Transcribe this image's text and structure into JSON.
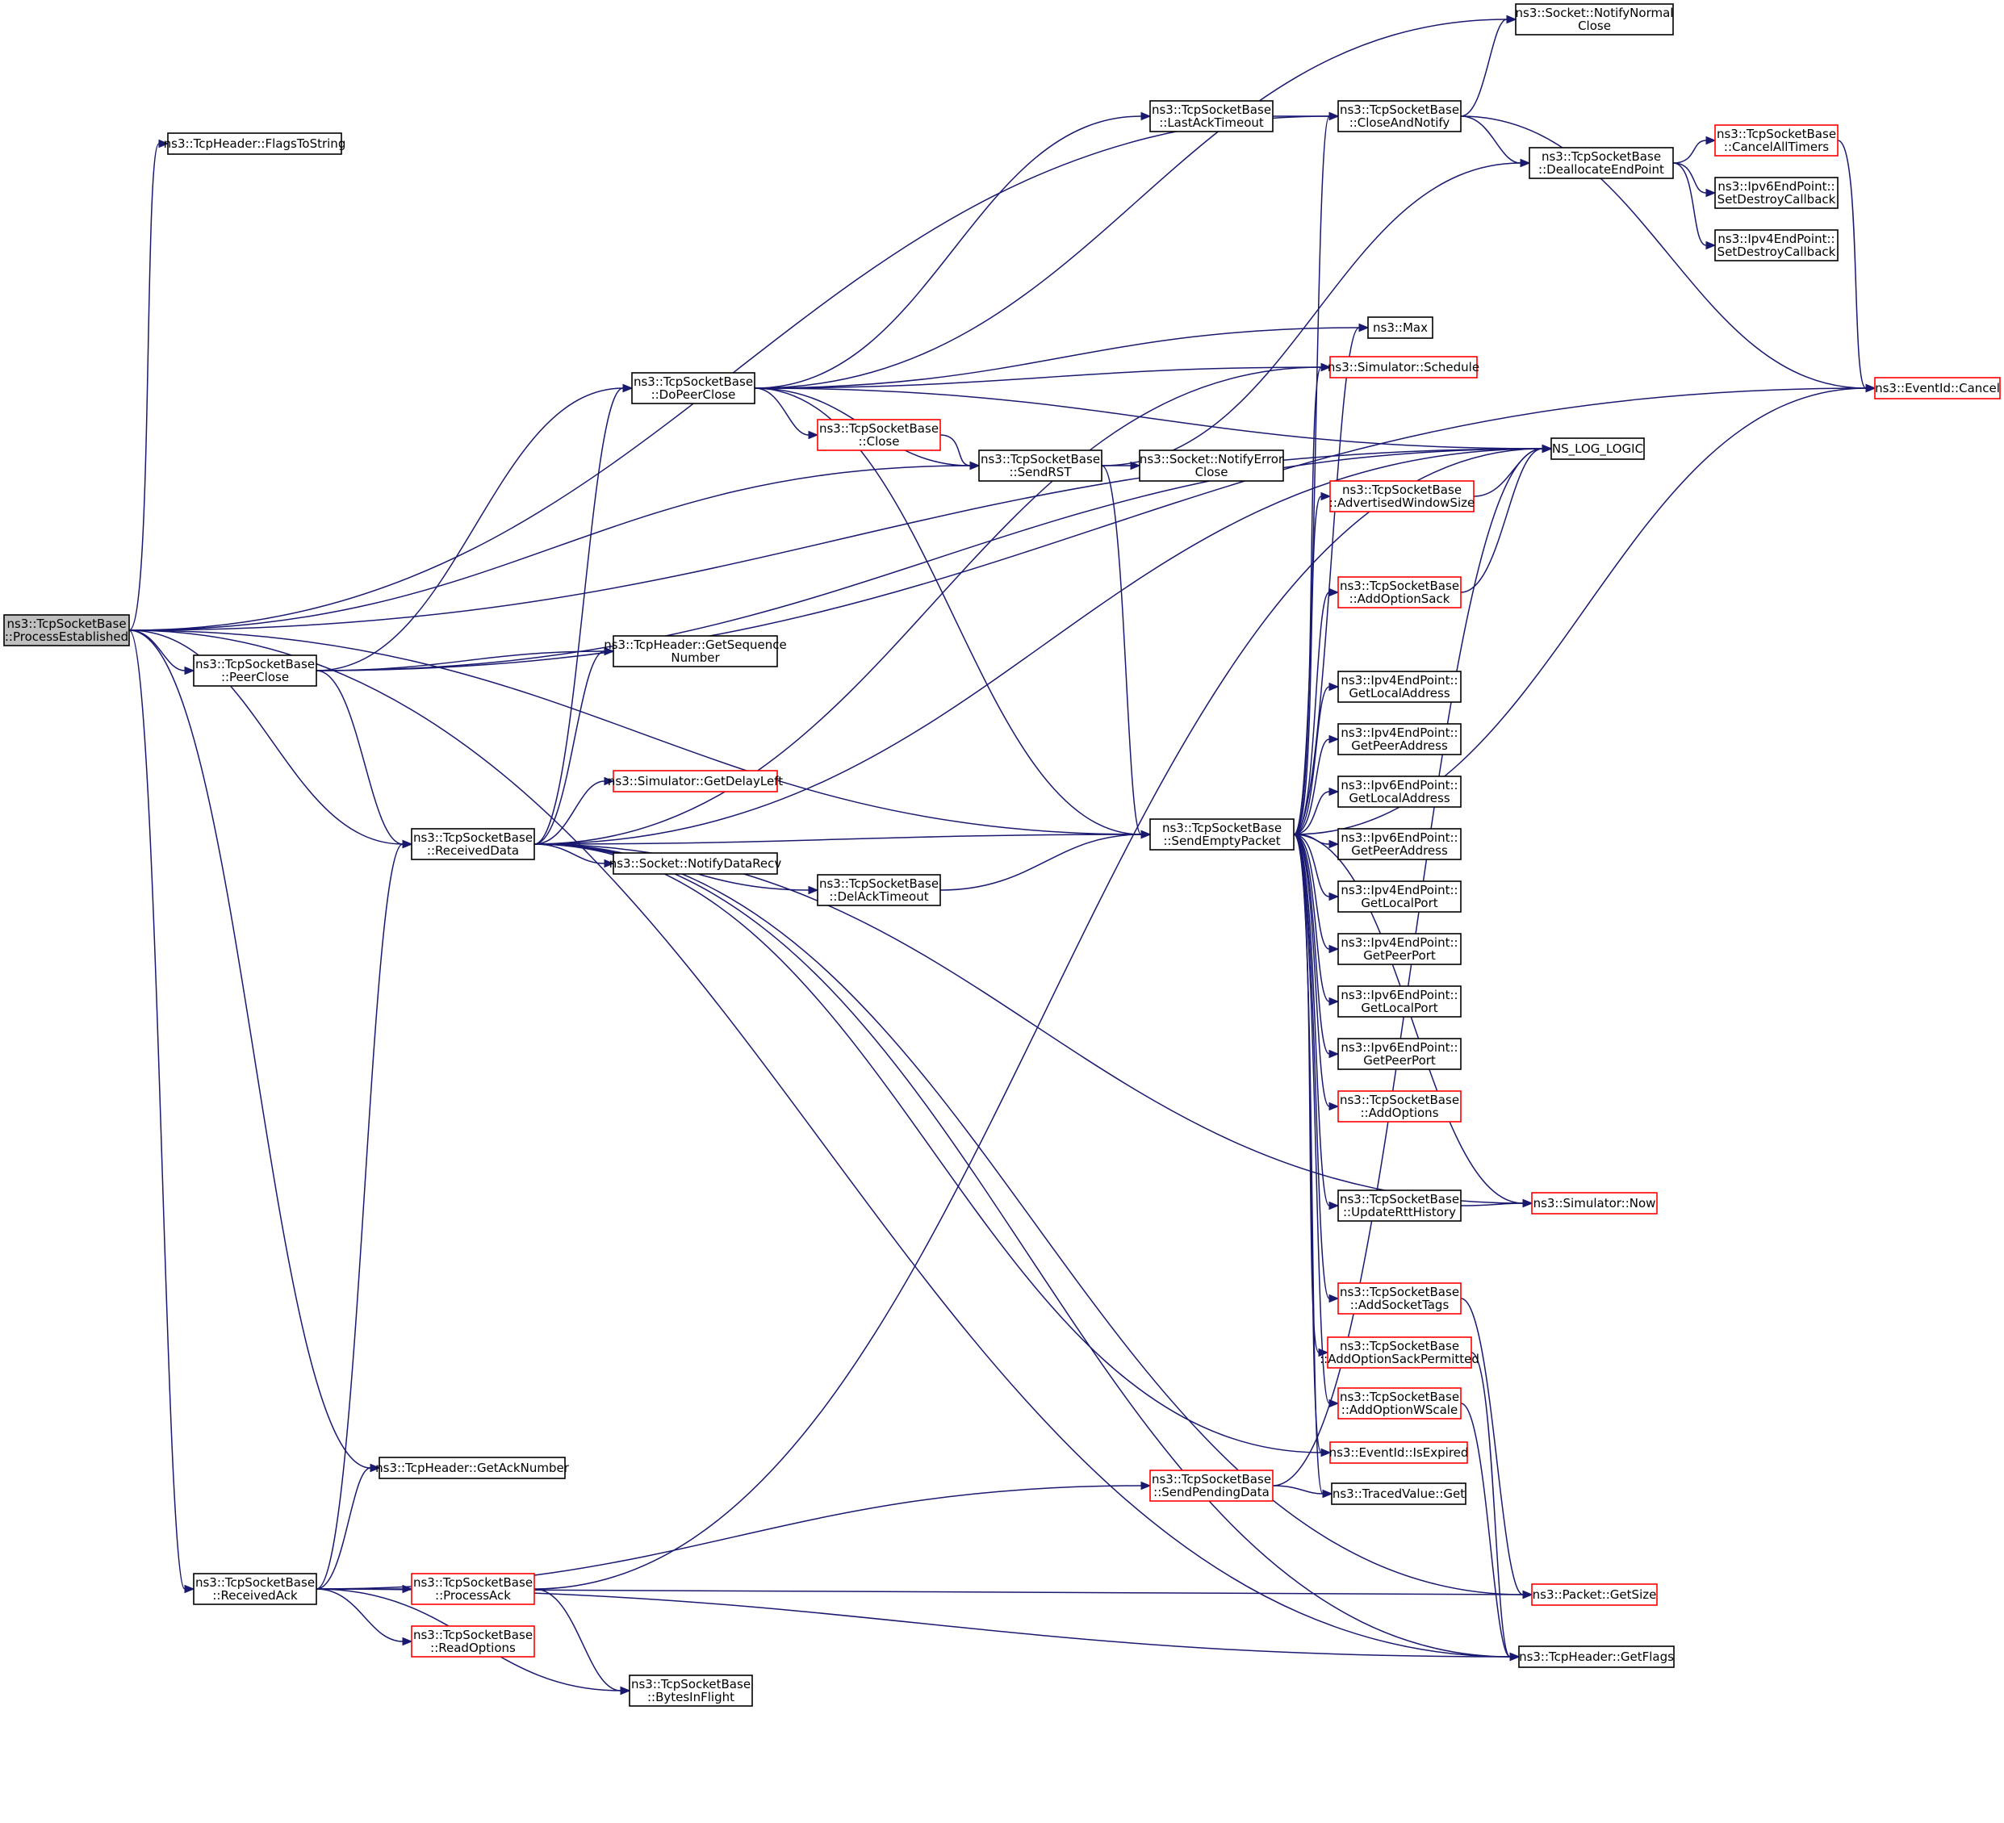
{
  "colors": {
    "edge": "#191970",
    "red_border": "#ff0000",
    "root_fill": "#bfbfbf"
  },
  "nodes": [
    {
      "id": "pe",
      "lines": [
        "ns3::TcpSocketBase",
        "::ProcessEstablished"
      ],
      "style": "root"
    },
    {
      "id": "fts",
      "lines": [
        "ns3::TcpHeader::FlagsToString"
      ],
      "style": "normal"
    },
    {
      "id": "pc",
      "lines": [
        "ns3::TcpSocketBase",
        "::PeerClose"
      ],
      "style": "normal"
    },
    {
      "id": "rd",
      "lines": [
        "ns3::TcpSocketBase",
        "::ReceivedData"
      ],
      "style": "normal"
    },
    {
      "id": "gan",
      "lines": [
        "ns3::TcpHeader::GetAckNumber"
      ],
      "style": "normal"
    },
    {
      "id": "ra",
      "lines": [
        "ns3::TcpSocketBase",
        "::ReceivedAck"
      ],
      "style": "normal"
    },
    {
      "id": "dpc",
      "lines": [
        "ns3::TcpSocketBase",
        "::DoPeerClose"
      ],
      "style": "normal"
    },
    {
      "id": "gsn",
      "lines": [
        "ns3::TcpHeader::GetSequence",
        "Number"
      ],
      "style": "normal"
    },
    {
      "id": "gdl",
      "lines": [
        "ns3::Simulator::GetDelayLeft"
      ],
      "style": "red"
    },
    {
      "id": "ndr",
      "lines": [
        "ns3::Socket::NotifyDataRecv"
      ],
      "style": "normal"
    },
    {
      "id": "pa",
      "lines": [
        "ns3::TcpSocketBase",
        "::ProcessAck"
      ],
      "style": "red"
    },
    {
      "id": "ro",
      "lines": [
        "ns3::TcpSocketBase",
        "::ReadOptions"
      ],
      "style": "red"
    },
    {
      "id": "bif",
      "lines": [
        "ns3::TcpSocketBase",
        "::BytesInFlight"
      ],
      "style": "normal"
    },
    {
      "id": "cl",
      "lines": [
        "ns3::TcpSocketBase",
        "::Close"
      ],
      "style": "red"
    },
    {
      "id": "dat",
      "lines": [
        "ns3::TcpSocketBase",
        "::DelAckTimeout"
      ],
      "style": "normal"
    },
    {
      "id": "lat",
      "lines": [
        "ns3::TcpSocketBase",
        "::LastAckTimeout"
      ],
      "style": "normal"
    },
    {
      "id": "srst",
      "lines": [
        "ns3::TcpSocketBase",
        "::SendRST"
      ],
      "style": "normal"
    },
    {
      "id": "sep",
      "lines": [
        "ns3::TcpSocketBase",
        "::SendEmptyPacket"
      ],
      "style": "normal"
    },
    {
      "id": "spd",
      "lines": [
        "ns3::TcpSocketBase",
        "::SendPendingData"
      ],
      "style": "red"
    },
    {
      "id": "nnc",
      "lines": [
        "ns3::Socket::NotifyNormal",
        "Close"
      ],
      "style": "normal"
    },
    {
      "id": "can",
      "lines": [
        "ns3::TcpSocketBase",
        "::CloseAndNotify"
      ],
      "style": "normal"
    },
    {
      "id": "max",
      "lines": [
        "ns3::Max"
      ],
      "style": "normal"
    },
    {
      "id": "sch",
      "lines": [
        "ns3::Simulator::Schedule"
      ],
      "style": "red"
    },
    {
      "id": "nec",
      "lines": [
        "ns3::Socket::NotifyError",
        "Close"
      ],
      "style": "normal"
    },
    {
      "id": "aws",
      "lines": [
        "ns3::TcpSocketBase",
        "::AdvertisedWindowSize"
      ],
      "style": "red"
    },
    {
      "id": "aos",
      "lines": [
        "ns3::TcpSocketBase",
        "::AddOptionSack"
      ],
      "style": "red"
    },
    {
      "id": "i4la",
      "lines": [
        "ns3::Ipv4EndPoint::",
        "GetLocalAddress"
      ],
      "style": "normal"
    },
    {
      "id": "i4pa",
      "lines": [
        "ns3::Ipv4EndPoint::",
        "GetPeerAddress"
      ],
      "style": "normal"
    },
    {
      "id": "i6la",
      "lines": [
        "ns3::Ipv6EndPoint::",
        "GetLocalAddress"
      ],
      "style": "normal"
    },
    {
      "id": "i6pa",
      "lines": [
        "ns3::Ipv6EndPoint::",
        "GetPeerAddress"
      ],
      "style": "normal"
    },
    {
      "id": "i4lp",
      "lines": [
        "ns3::Ipv4EndPoint::",
        "GetLocalPort"
      ],
      "style": "normal"
    },
    {
      "id": "i4pp",
      "lines": [
        "ns3::Ipv4EndPoint::",
        "GetPeerPort"
      ],
      "style": "normal"
    },
    {
      "id": "i6lp",
      "lines": [
        "ns3::Ipv6EndPoint::",
        "GetLocalPort"
      ],
      "style": "normal"
    },
    {
      "id": "i6pp",
      "lines": [
        "ns3::Ipv6EndPoint::",
        "GetPeerPort"
      ],
      "style": "normal"
    },
    {
      "id": "ao",
      "lines": [
        "ns3::TcpSocketBase",
        "::AddOptions"
      ],
      "style": "red"
    },
    {
      "id": "urh",
      "lines": [
        "ns3::TcpSocketBase",
        "::UpdateRttHistory"
      ],
      "style": "normal"
    },
    {
      "id": "ast",
      "lines": [
        "ns3::TcpSocketBase",
        "::AddSocketTags"
      ],
      "style": "red"
    },
    {
      "id": "aosp",
      "lines": [
        "ns3::TcpSocketBase",
        "::AddOptionSackPermitted"
      ],
      "style": "red"
    },
    {
      "id": "aow",
      "lines": [
        "ns3::TcpSocketBase",
        "::AddOptionWScale"
      ],
      "style": "red"
    },
    {
      "id": "iex",
      "lines": [
        "ns3::EventId::IsExpired"
      ],
      "style": "red"
    },
    {
      "id": "tvg",
      "lines": [
        "ns3::TracedValue::Get"
      ],
      "style": "normal"
    },
    {
      "id": "dep",
      "lines": [
        "ns3::TcpSocketBase",
        "::DeallocateEndPoint"
      ],
      "style": "normal"
    },
    {
      "id": "nll",
      "lines": [
        "NS_LOG_LOGIC"
      ],
      "style": "normal"
    },
    {
      "id": "now",
      "lines": [
        "ns3::Simulator::Now"
      ],
      "style": "red"
    },
    {
      "id": "gsz",
      "lines": [
        "ns3::Packet::GetSize"
      ],
      "style": "red"
    },
    {
      "id": "gfl",
      "lines": [
        "ns3::TcpHeader::GetFlags"
      ],
      "style": "normal"
    },
    {
      "id": "cat",
      "lines": [
        "ns3::TcpSocketBase",
        "::CancelAllTimers"
      ],
      "style": "red"
    },
    {
      "id": "i6sdc",
      "lines": [
        "ns3::Ipv6EndPoint::",
        "SetDestroyCallback"
      ],
      "style": "normal"
    },
    {
      "id": "i4sdc",
      "lines": [
        "ns3::Ipv4EndPoint::",
        "SetDestroyCallback"
      ],
      "style": "normal"
    },
    {
      "id": "ecan",
      "lines": [
        "ns3::EventId::Cancel"
      ],
      "style": "red"
    }
  ],
  "edges": [
    [
      "pe",
      "fts"
    ],
    [
      "pe",
      "pc"
    ],
    [
      "pe",
      "rd"
    ],
    [
      "pe",
      "gan"
    ],
    [
      "pe",
      "ra"
    ],
    [
      "pe",
      "can"
    ],
    [
      "pe",
      "srst"
    ],
    [
      "pe",
      "sep"
    ],
    [
      "pe",
      "nll"
    ],
    [
      "pe",
      "gfl"
    ],
    [
      "pc",
      "dpc"
    ],
    [
      "pc",
      "gsn"
    ],
    [
      "pc",
      "rd"
    ],
    [
      "pc",
      "nll"
    ],
    [
      "pc",
      "ecan"
    ],
    [
      "rd",
      "dpc"
    ],
    [
      "rd",
      "gsn"
    ],
    [
      "rd",
      "gdl"
    ],
    [
      "rd",
      "ndr"
    ],
    [
      "rd",
      "dat"
    ],
    [
      "rd",
      "sep"
    ],
    [
      "rd",
      "nll"
    ],
    [
      "rd",
      "sch"
    ],
    [
      "rd",
      "iex"
    ],
    [
      "rd",
      "now"
    ],
    [
      "rd",
      "gsz"
    ],
    [
      "rd",
      "gfl"
    ],
    [
      "ra",
      "rd"
    ],
    [
      "ra",
      "gan"
    ],
    [
      "ra",
      "pa"
    ],
    [
      "ra",
      "ro"
    ],
    [
      "ra",
      "bif"
    ],
    [
      "ra",
      "spd"
    ],
    [
      "ra",
      "gsz"
    ],
    [
      "ra",
      "gfl"
    ],
    [
      "pa",
      "bif"
    ],
    [
      "pa",
      "nll"
    ],
    [
      "dpc",
      "cl"
    ],
    [
      "dpc",
      "srst"
    ],
    [
      "dpc",
      "sep"
    ],
    [
      "dpc",
      "max"
    ],
    [
      "dpc",
      "sch"
    ],
    [
      "dpc",
      "nll"
    ],
    [
      "dpc",
      "lat"
    ],
    [
      "dpc",
      "nnc"
    ],
    [
      "cl",
      "srst"
    ],
    [
      "dat",
      "sep"
    ],
    [
      "lat",
      "can"
    ],
    [
      "srst",
      "nec"
    ],
    [
      "srst",
      "sep"
    ],
    [
      "srst",
      "dep"
    ],
    [
      "can",
      "nnc"
    ],
    [
      "can",
      "dep"
    ],
    [
      "dep",
      "cat"
    ],
    [
      "dep",
      "i6sdc"
    ],
    [
      "dep",
      "i4sdc"
    ],
    [
      "cat",
      "ecan"
    ],
    [
      "can",
      "ecan"
    ],
    [
      "sep",
      "max"
    ],
    [
      "sep",
      "sch"
    ],
    [
      "sep",
      "can"
    ],
    [
      "sep",
      "aws"
    ],
    [
      "sep",
      "aos"
    ],
    [
      "sep",
      "ecan"
    ],
    [
      "sep",
      "i4la"
    ],
    [
      "sep",
      "i4pa"
    ],
    [
      "sep",
      "i6la"
    ],
    [
      "sep",
      "i6pa"
    ],
    [
      "sep",
      "i4lp"
    ],
    [
      "sep",
      "i4pp"
    ],
    [
      "sep",
      "i6lp"
    ],
    [
      "sep",
      "i6pp"
    ],
    [
      "sep",
      "ao"
    ],
    [
      "sep",
      "urh"
    ],
    [
      "sep",
      "now"
    ],
    [
      "sep",
      "ast"
    ],
    [
      "sep",
      "aosp"
    ],
    [
      "sep",
      "aow"
    ],
    [
      "sep",
      "iex"
    ],
    [
      "sep",
      "tvg"
    ],
    [
      "aws",
      "nll"
    ],
    [
      "aos",
      "nll"
    ],
    [
      "urh",
      "now"
    ],
    [
      "ast",
      "gsz"
    ],
    [
      "aosp",
      "gfl"
    ],
    [
      "aow",
      "gfl"
    ],
    [
      "spd",
      "tvg"
    ],
    [
      "spd",
      "nll"
    ]
  ]
}
